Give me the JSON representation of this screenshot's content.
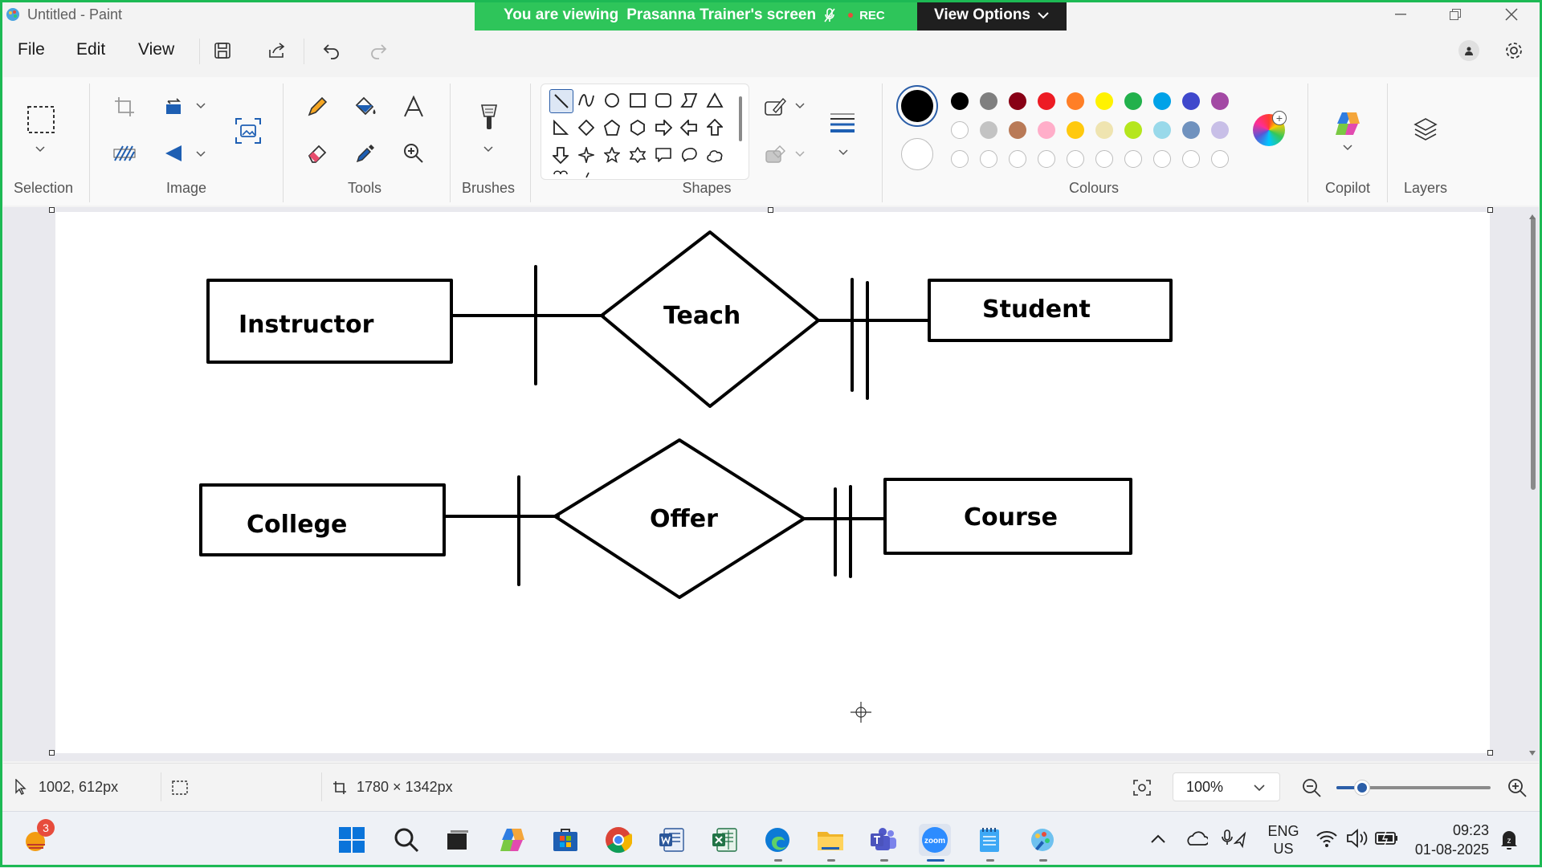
{
  "window": {
    "title": "Untitled - Paint",
    "controls": [
      "minimize",
      "restore",
      "close"
    ]
  },
  "share_banner": {
    "viewing_text": "You are viewing",
    "presenter_text": "Prasanna Trainer's screen",
    "rec_label": "REC",
    "view_options_label": "View Options"
  },
  "menu": {
    "items": [
      {
        "label": "File"
      },
      {
        "label": "Edit"
      },
      {
        "label": "View"
      }
    ],
    "icons": [
      "save-icon",
      "share-icon",
      "undo-icon",
      "redo-icon"
    ]
  },
  "ribbon": {
    "groups": [
      {
        "label": "Selection"
      },
      {
        "label": "Image"
      },
      {
        "label": "Tools"
      },
      {
        "label": "Brushes"
      },
      {
        "label": "Shapes"
      },
      {
        "label": "Colours"
      },
      {
        "label": "Copilot"
      },
      {
        "label": "Layers"
      }
    ],
    "active_color": "#000000",
    "secondary_color": "#ffffff",
    "palette": [
      [
        "#000000",
        "#7f7f7f",
        "#880015",
        "#ed1c24",
        "#ff7f27",
        "#fff200",
        "#22b14c",
        "#00a2e8",
        "#3f48cc",
        "#a349a4"
      ],
      [
        "#ffffff",
        "#c3c3c3",
        "#b97a57",
        "#ffaec9",
        "#ffc90e",
        "#efe4b0",
        "#b5e61d",
        "#99d9ea",
        "#7092be",
        "#c8bfe7"
      ],
      [
        "",
        "",
        "",
        "",
        "",
        "",
        "",
        "",
        "",
        ""
      ]
    ]
  },
  "diagram": {
    "entities": [
      {
        "label": "Instructor"
      },
      {
        "label": "Student"
      },
      {
        "label": "College"
      },
      {
        "label": "Course"
      }
    ],
    "relationships": [
      {
        "label": "Teach"
      },
      {
        "label": "Offer"
      }
    ]
  },
  "status": {
    "cursor_position": "1002, 612px",
    "canvas_size": "1780 × 1342px",
    "zoom_value": "100%"
  },
  "taskbar": {
    "notification_count": "3",
    "language_line1": "ENG",
    "language_line2": "US",
    "time": "09:23",
    "date": "01-08-2025",
    "apps": [
      "start-icon",
      "search-icon",
      "task-view-icon",
      "copilot-icon",
      "store-icon",
      "chrome-icon",
      "word-icon",
      "excel-icon",
      "edge-icon",
      "file-explorer-icon",
      "teams-icon",
      "zoom-icon",
      "notepad-icon",
      "paint-icon"
    ]
  }
}
